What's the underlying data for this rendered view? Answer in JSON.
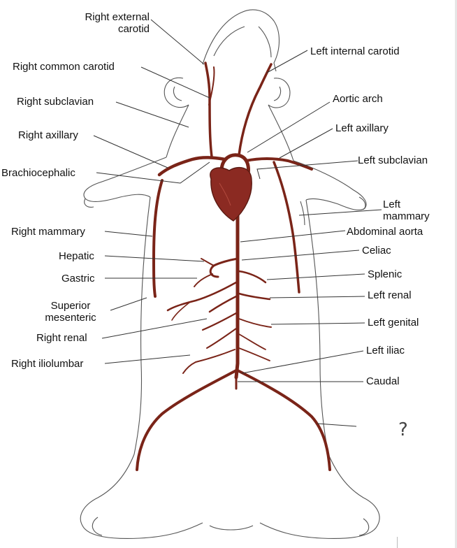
{
  "labels": {
    "right_external_carotid": "Right external\ncarotid",
    "right_common_carotid": "Right common carotid",
    "right_subclavian": "Right subclavian",
    "right_axillary": "Right axillary",
    "brachiocephalic": "Brachiocephalic",
    "right_mammary": "Right mammary",
    "hepatic": "Hepatic",
    "gastric": "Gastric",
    "superior_mesenteric": "Superior\nmesenteric",
    "right_renal": "Right renal",
    "right_iliolumbar": "Right iliolumbar",
    "left_internal_carotid": "Left internal carotid",
    "aortic_arch": "Aortic arch",
    "left_axillary": "Left axillary",
    "left_subclavian": "Left subclavian",
    "left_mammary": "Left\nmammary",
    "abdominal_aorta": "Abdominal aorta",
    "celiac": "Celiac",
    "splenic": "Splenic",
    "left_renal": "Left renal",
    "left_genital": "Left genital",
    "left_iliac": "Left iliac",
    "caudal": "Caudal",
    "unknown": "?"
  },
  "colors": {
    "artery": "#7a2418",
    "heart": "#8b2a22",
    "outline": "#555555",
    "leader": "#333333"
  }
}
